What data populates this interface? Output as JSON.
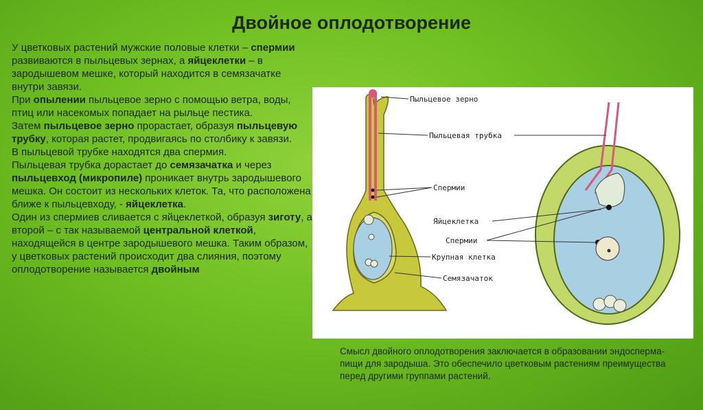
{
  "title": "Двойное оплодотворение",
  "text": {
    "p1": [
      "У цветковых растений мужские половые клетки – ",
      "спермии",
      " развиваются в пыльцевых зернах, а ",
      "яйцеклетки",
      " – в зародышевом мешке, который находится в семязачатке внутри завязи."
    ],
    "p2": [
      "При ",
      "опылении",
      " пыльцевое зерно с помощью ветра, воды, птиц или насекомых попадает на рыльце пестика."
    ],
    "p3": [
      "Затем ",
      "пыльцевое зерно",
      " прорастает, образуя ",
      "пыльцевую трубку",
      ", которая растет, продвигаясь по столбику к завязи."
    ],
    "p4": [
      "В пыльцевой трубке находятся два спермия."
    ],
    "p5": [
      "Пыльцевая трубка дорастает до ",
      "семязачатка",
      " и через ",
      "пыльцевход (микропиле)",
      " проникает внутрь зародышевого мешка. Он состоит из нескольких клеток. Та, что расположена ближе к пыльцевходу, - ",
      "яйцеклетка",
      "."
    ],
    "p6": [
      "Один из спермиев сливается с яйцеклеткой, образуя ",
      "зиготу",
      ", а второй –  с так называемой ",
      "центральной клеткой",
      ", находящейся в центре зародышевого мешка. Таким образом, у цветковых растений происходит два слияния, поэтому оплодотворение называется ",
      "двойным"
    ]
  },
  "figure_labels": {
    "pollen_grain": "Пыльцевое зерно",
    "pollen_tube": "Пыльцевая трубка",
    "sperm1": "Спермии",
    "egg_cell": "Яйцеклетка",
    "sperm2": "Спермии",
    "large_cell": "Крупная клетка",
    "ovule": "Семязачаток"
  },
  "caption": "Смысл двойного оплодотворения заключается в образовании эндосперма- пищи для зародыша. Это обеспечило цветковым растениям преимущества перед другими группами растений.",
  "colors": {
    "background": "#6fbf22",
    "tissue": "#c9c93a",
    "sac": "#a9cfe3",
    "tube": "#d8577a"
  }
}
